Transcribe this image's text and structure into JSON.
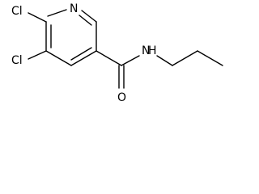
{
  "molecule": {
    "atoms": {
      "n_ring": "N",
      "cl_top": "Cl",
      "cl_bottom": "Cl",
      "o_carbonyl": "O",
      "n_amide": "N",
      "h_amide": "H"
    }
  }
}
